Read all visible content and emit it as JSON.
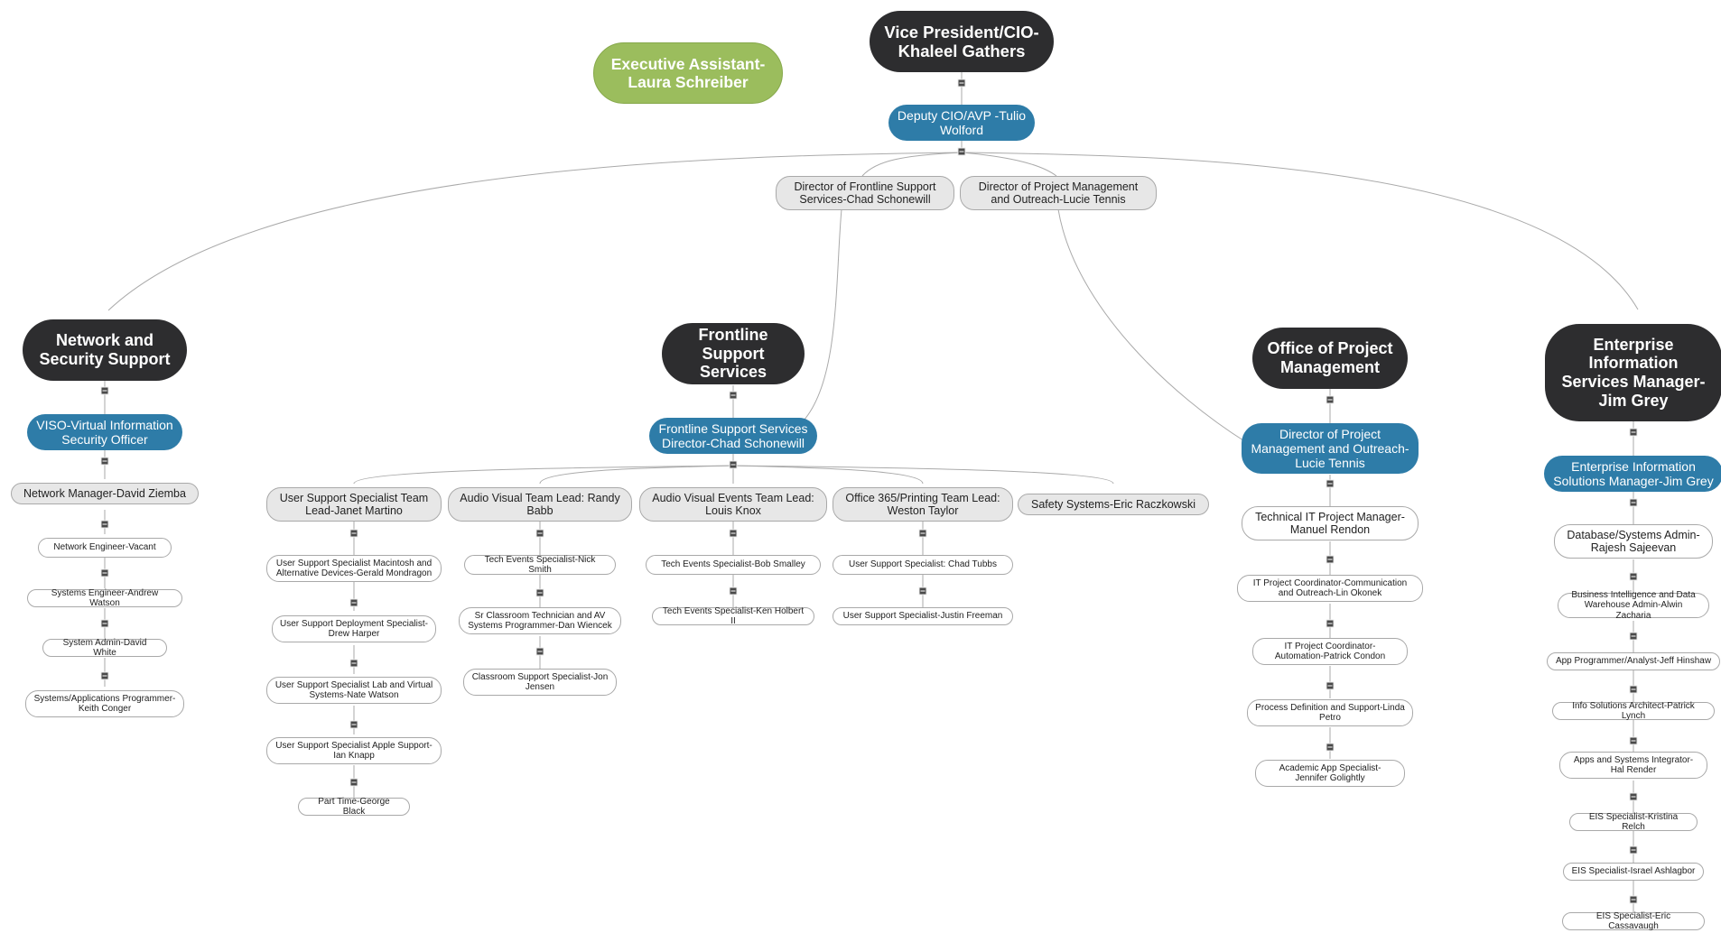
{
  "colors": {
    "dark": "#2d2d2f",
    "blue": "#2e7ca8",
    "green": "#9bbd5d",
    "grey": "#e7e7e7",
    "line": "#aaaaaa"
  },
  "collapse_icon": "minus-square-icon",
  "top": {
    "vp": "Vice President/CIO-Khaleel Gathers",
    "exec_assistant": "Executive Assistant-Laura Schreiber",
    "deputy": "Deputy CIO/AVP -Tulio Wolford",
    "dir_frontline": "Director of Frontline Support Services-Chad Schonewill",
    "dir_pm": "Director of Project Management and Outreach-Lucie Tennis"
  },
  "network": {
    "title": "Network and Security Support",
    "manager": "VISO-Virtual Information Security Officer",
    "members": [
      "Network Manager-David Ziemba",
      "Network Engineer-Vacant",
      "Systems Engineer-Andrew Watson",
      "System Admin-David White",
      "Systems/Applications Programmer-Keith Conger"
    ]
  },
  "frontline": {
    "title": "Frontline Support Services",
    "manager": "Frontline Support Services Director-Chad Schonewill",
    "teams": [
      {
        "lead": "User Support Specialist Team Lead-Janet Martino",
        "members": [
          "User Support Specialist Macintosh and Alternative Devices-Gerald Mondragon",
          "User Support Deployment Specialist-Drew Harper",
          "User Support Specialist Lab and Virtual Systems-Nate Watson",
          "User Support Specialist Apple Support-Ian Knapp",
          "Part Time-George Black"
        ]
      },
      {
        "lead": "Audio Visual Team Lead: Randy Babb",
        "members": [
          "Tech Events Specialist-Nick Smith",
          "Sr Classroom Technician and AV Systems Programmer-Dan Wiencek",
          "Classroom Support Specialist-Jon Jensen"
        ]
      },
      {
        "lead": "Audio Visual Events Team Lead: Louis Knox",
        "members": [
          "Tech Events Specialist-Bob Smalley",
          "Tech Events Specialist-Ken Holbert II"
        ]
      },
      {
        "lead": "Office 365/Printing Team Lead: Weston Taylor",
        "members": [
          "User Support Specialist: Chad Tubbs",
          "User Support Specialist-Justin Freeman"
        ]
      },
      {
        "lead": "Safety Systems-Eric Raczkowski",
        "members": []
      }
    ]
  },
  "pm": {
    "title": "Office of Project Management",
    "manager": "Director of Project Management and Outreach-Lucie Tennis",
    "members": [
      "Technical IT Project Manager-Manuel Rendon",
      "IT Project Coordinator-Communication and Outreach-Lin Okonek",
      "IT Project Coordinator-Automation-Patrick Condon",
      "Process Definition and Support-Linda Petro",
      "Academic App Specialist-Jennifer Golightly"
    ]
  },
  "eis": {
    "title": "Enterprise Information Services Manager-Jim Grey",
    "manager": "Enterprise Information Solutions Manager-Jim Grey",
    "members": [
      "Database/Systems Admin-Rajesh Sajeevan",
      "Business Intelligence and Data Warehouse Admin-Alwin Zacharia",
      "App Programmer/Analyst-Jeff Hinshaw",
      "Info Solutions Architect-Patrick Lynch",
      "Apps and Systems Integrator-Hal Render",
      "EIS Specialist-Kristina Relch",
      "EIS Specialist-Israel Ashlagbor",
      "EIS Specialist-Eric Cassavaugh"
    ]
  }
}
